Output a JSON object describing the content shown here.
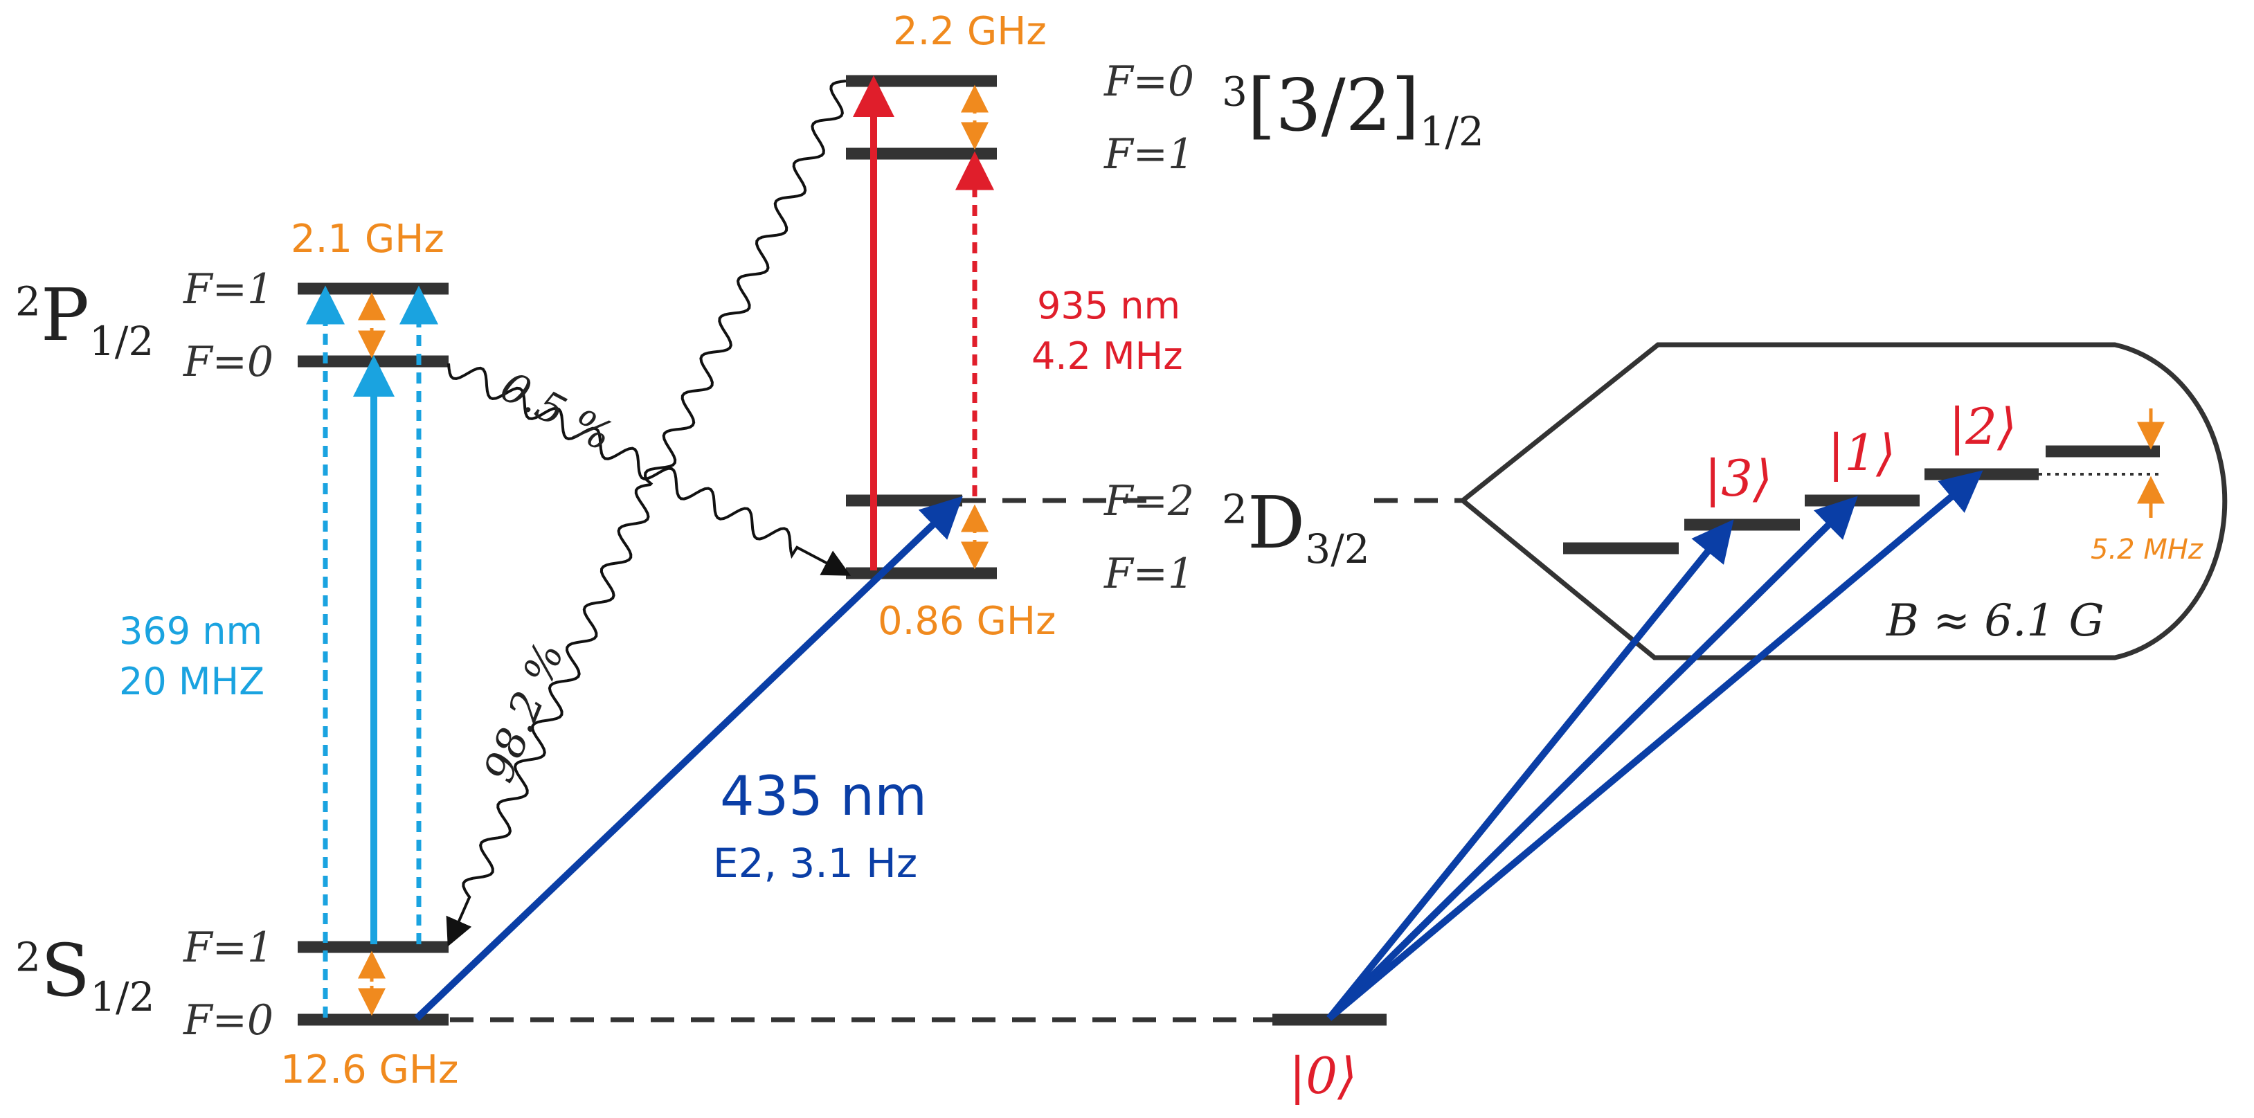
{
  "terms": {
    "p_state": "2P1/2",
    "s_state": "2S1/2",
    "d_state": "2D3/2",
    "bracket_state": "3[3/2]1/2"
  },
  "term_parts": {
    "p_sup": "2",
    "p_base": "P",
    "p_sub": "1/2",
    "s_sup": "2",
    "s_base": "S",
    "s_sub": "1/2",
    "d_sup": "2",
    "d_base": "D",
    "d_sub": "3/2",
    "b_sup": "3",
    "b_base": "[3/2]",
    "b_sub": "1/2"
  },
  "levels": {
    "p_f1": "F=1",
    "p_f0": "F=0",
    "s_f1": "F=1",
    "s_f0": "F=0",
    "d_f2": "F=2",
    "d_f1": "F=1",
    "b_f0": "F=0",
    "b_f1": "F=1"
  },
  "splittings": {
    "p": "2.1 GHz",
    "s": "12.6 GHz",
    "d": "0.86 GHz",
    "bracket": "2.2 GHz",
    "zeeman": "5.2 MHz"
  },
  "transitions": {
    "uv_wavelength": "369 nm",
    "uv_linewidth": "20 MHZ",
    "ir_wavelength": "935 nm",
    "ir_linewidth": "4.2 MHz",
    "e2_wavelength": "435 nm",
    "e2_detail": "E2, 3.1 Hz"
  },
  "branching": {
    "to_d": "0.5 %",
    "to_s": "98.2 %"
  },
  "inset": {
    "field": "B ≈ 6.1 G"
  },
  "kets": {
    "k0": "|0⟩",
    "k1": "|1⟩",
    "k2": "|2⟩",
    "k3": "|3⟩"
  },
  "colors": {
    "levels": "#333333",
    "cooling": "#1aa3e0",
    "repump": "#e01e2b",
    "e2": "#0a3ea6",
    "hyperfine": "#f08a1e"
  }
}
